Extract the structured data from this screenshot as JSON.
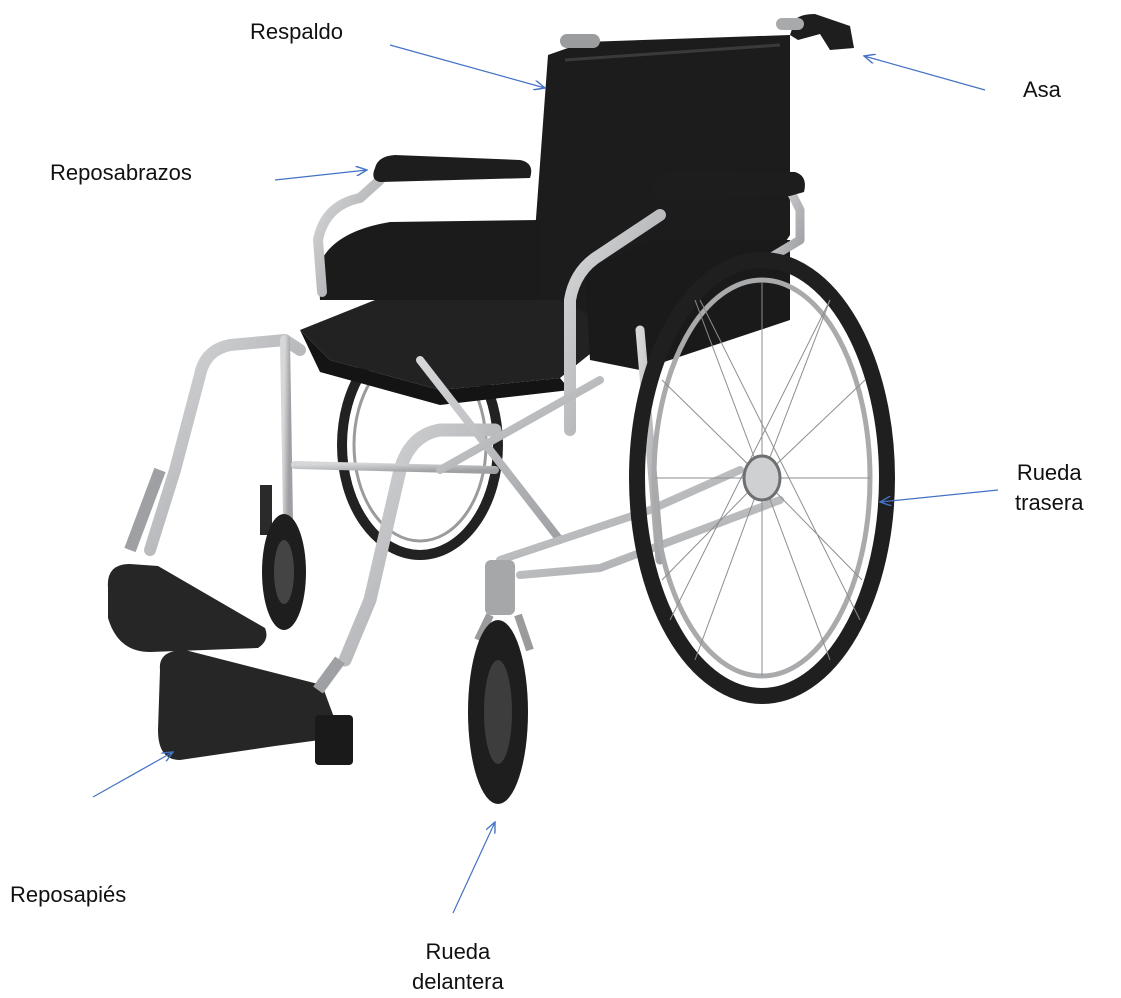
{
  "colors": {
    "arrow": "#4472c4",
    "frame": "#b8b9bb",
    "upholstery": "#1c1c1c",
    "tire": "#202020",
    "text": "#111111"
  },
  "labels": {
    "respaldo": "Respaldo",
    "asa": "Asa",
    "reposabrazos": "Reposabrazos",
    "rueda_trasera": [
      "Rueda",
      "trasera"
    ],
    "reposapies": "Reposapiés",
    "rueda_delantera": [
      "Rueda",
      "delantera"
    ]
  }
}
